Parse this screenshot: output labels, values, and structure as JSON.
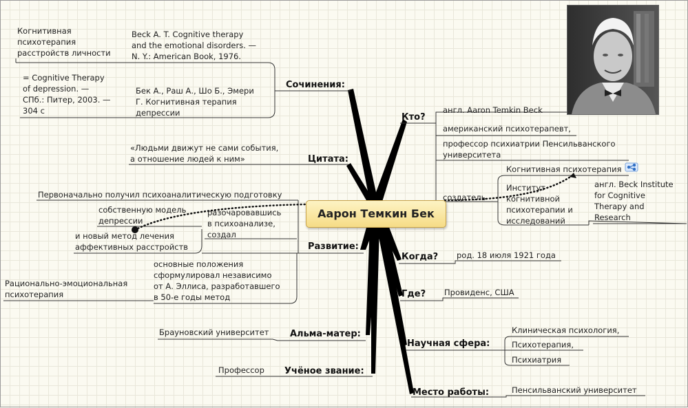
{
  "center": "Аарон Темкин Бек",
  "branches": {
    "works": "Сочинения:",
    "quote": "Цитата:",
    "development": "Развитие:",
    "alma_mater": "Альма-матер:",
    "title": "Учёное звание:",
    "who": "Кто?",
    "when": "Когда?",
    "where": "Где?",
    "field": "Научная сфера:",
    "workplace": "Место работы:"
  },
  "works": {
    "item1": [
      "Beck A. T. Cognitive therapy",
      "and the emotional disorders. —",
      "N. Y.: American Book, 1976."
    ],
    "item1_note": [
      "Когнитивная",
      "психотерапия",
      "расстройств личности"
    ],
    "item2": [
      "Бек А., Раш А., Шо Б., Эмери",
      "Г. Когнитивная терапия",
      "депрессии"
    ],
    "item2_note": [
      "= Cognitive Therapy",
      "of depression. —",
      "СПб.: Питер, 2003. —",
      "304 с"
    ]
  },
  "quote": {
    "text": [
      "«Людьми движут не сами события,",
      "а отношение людей к ним»"
    ]
  },
  "development": {
    "first": "Первоначально получил психоаналитическую подготовку",
    "disappointed": [
      "разочаровавшись",
      "в психоанализе,",
      "создал"
    ],
    "own_model": [
      "собственную модель",
      "депрессии"
    ],
    "new_method": [
      "и новый метод лечения",
      "аффективных расстройств"
    ],
    "principles": [
      "основные положения",
      "сформулировал независимо",
      "от А. Эллиса, разработавшего",
      "в 50-е годы метод"
    ],
    "rebt": [
      "Рационально-эмоциональная",
      "психотерапия"
    ]
  },
  "alma_mater": {
    "value": "Брауновский университет"
  },
  "title": {
    "value": "Профессор"
  },
  "who": {
    "eng": "англ. Aaron Temkin Beck",
    "american": "американский психотерапевт,",
    "professor": [
      "профессор психиатрии Пенсильванского",
      "университета"
    ],
    "creator": "создатель",
    "cbt": "Когнитивная психотерапия",
    "institute": [
      "Институт",
      "когнитивной",
      "психотерапии и",
      "исследований"
    ],
    "institute_eng": [
      "англ. Beck Institute",
      "for Cognitive",
      "Therapy and",
      "Research"
    ]
  },
  "when": {
    "value": "род. 18 июля 1921 года"
  },
  "where": {
    "value": "Провиденс, США"
  },
  "field": {
    "items": [
      "Клиническая психология,",
      "Психотерапия,",
      "Психиатрия"
    ]
  },
  "workplace": {
    "value": "Пенсильванский университет"
  },
  "colors": {
    "center_fill": "#f6dc86",
    "center_border": "#c6a24a",
    "branch": "#000000",
    "line": "#333333"
  }
}
